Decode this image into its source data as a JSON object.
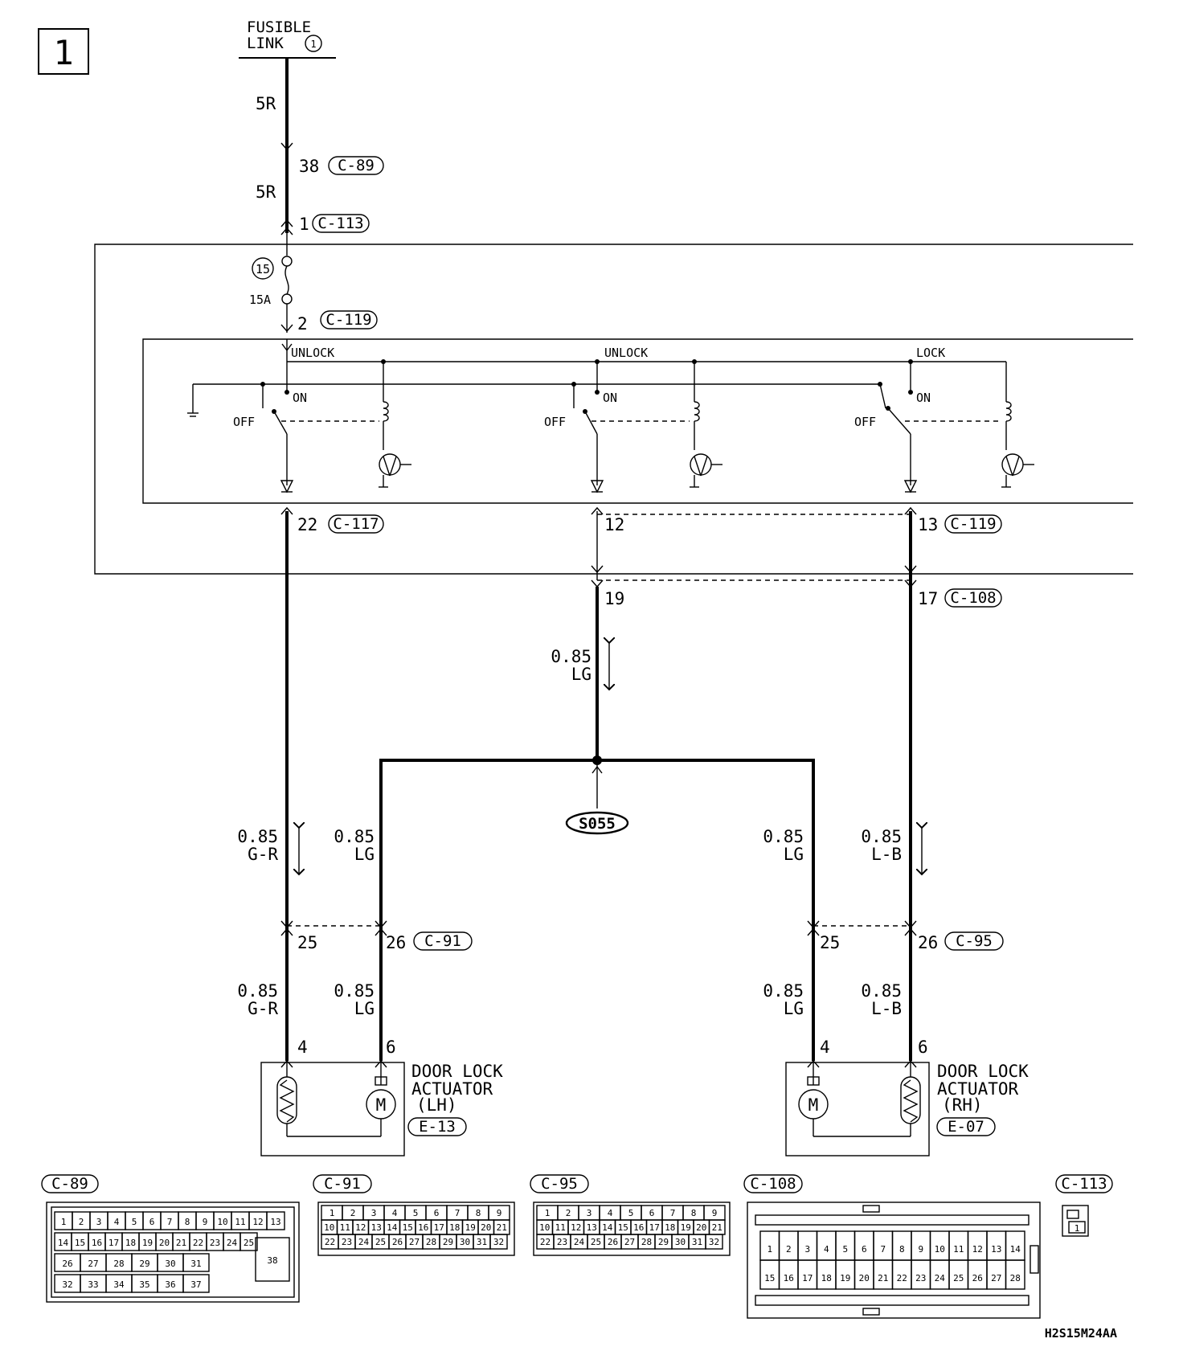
{
  "page_number": "1",
  "fusible_link": {
    "line1": "FUSIBLE",
    "line2": "LINK",
    "num": "1"
  },
  "wires": {
    "supply_top": "5R",
    "supply_mid": "5R",
    "lh_up_size": "0.85",
    "lh_up_color": "G-R",
    "lh_lg_up_size": "0.85",
    "lh_lg_up_color": "LG",
    "center_size": "0.85",
    "center_color": "LG",
    "rh_lg_up_size": "0.85",
    "rh_lg_up_color": "LG",
    "rh_up_size": "0.85",
    "rh_up_color": "L-B",
    "lh_low_size": "0.85",
    "lh_low_color": "G-R",
    "lh_lg_low_size": "0.85",
    "lh_lg_low_color": "LG",
    "rh_lg_low_size": "0.85",
    "rh_lg_low_color": "LG",
    "rh_low_size": "0.85",
    "rh_low_color": "L-B"
  },
  "connectors": {
    "c89": "C-89",
    "c113": "C-113",
    "c119": "C-119",
    "c117": "C-117",
    "c108": "C-108",
    "c91": "C-91",
    "c95": "C-95",
    "e13": "E-13",
    "e07": "E-07"
  },
  "pins": {
    "c89_pin": "38",
    "c113_pin": "1",
    "c119_pin": "2",
    "c117_pin": "22",
    "c119_pin_b": "12",
    "c119_pin_c": "13",
    "c108_pin_a": "19",
    "c108_pin_b": "17",
    "c91_pin_a": "25",
    "c91_pin_b": "26",
    "c95_pin_a": "25",
    "c95_pin_b": "26",
    "lh_pin_a": "4",
    "lh_pin_b": "6",
    "rh_pin_a": "4",
    "rh_pin_b": "6"
  },
  "fuse": {
    "num": "15",
    "rating": "15A"
  },
  "relays": [
    {
      "label": "UNLOCK",
      "on": "ON",
      "off": "OFF"
    },
    {
      "label": "UNLOCK",
      "on": "ON",
      "off": "OFF"
    },
    {
      "label": "LOCK",
      "on": "ON",
      "off": "OFF"
    }
  ],
  "splice": "S055",
  "actuator_lh": {
    "line1": "DOOR LOCK",
    "line2": "ACTUATOR",
    "side": "(LH)",
    "motor": "M"
  },
  "actuator_rh": {
    "line1": "DOOR LOCK",
    "line2": "ACTUATOR",
    "side": "(RH)",
    "motor": "M"
  },
  "connector_views": {
    "c89": {
      "row1": [
        "1",
        "2",
        "3",
        "4",
        "5",
        "6",
        "7",
        "8",
        "9",
        "10",
        "11",
        "12",
        "13"
      ],
      "row2": [
        "14",
        "15",
        "16",
        "17",
        "18",
        "19",
        "20",
        "21",
        "22",
        "23",
        "24",
        "25"
      ],
      "row3": [
        "26",
        "27",
        "28",
        "29",
        "30",
        "31"
      ],
      "row4": [
        "32",
        "33",
        "34",
        "35",
        "36",
        "37"
      ],
      "big": "38"
    },
    "c91": {
      "row1": [
        "1",
        "2",
        "3",
        "4",
        "5",
        "6",
        "7",
        "8",
        "9"
      ],
      "row2": [
        "10",
        "11",
        "12",
        "13",
        "14",
        "15",
        "16",
        "17",
        "18",
        "19",
        "20",
        "21"
      ],
      "row3": [
        "22",
        "23",
        "24",
        "25",
        "26",
        "27",
        "28",
        "29",
        "30",
        "31",
        "32"
      ]
    },
    "c95": {
      "row1": [
        "1",
        "2",
        "3",
        "4",
        "5",
        "6",
        "7",
        "8",
        "9"
      ],
      "row2": [
        "10",
        "11",
        "12",
        "13",
        "14",
        "15",
        "16",
        "17",
        "18",
        "19",
        "20",
        "21"
      ],
      "row3": [
        "22",
        "23",
        "24",
        "25",
        "26",
        "27",
        "28",
        "29",
        "30",
        "31",
        "32"
      ]
    },
    "c108": {
      "row1": [
        "1",
        "2",
        "3",
        "4",
        "5",
        "6",
        "7",
        "8",
        "9",
        "10",
        "11",
        "12",
        "13",
        "14"
      ],
      "row2": [
        "15",
        "16",
        "17",
        "18",
        "19",
        "20",
        "21",
        "22",
        "23",
        "24",
        "25",
        "26",
        "27",
        "28"
      ]
    },
    "c113": {
      "pin": "1"
    }
  },
  "drawing_code": "H2S15M24AA"
}
